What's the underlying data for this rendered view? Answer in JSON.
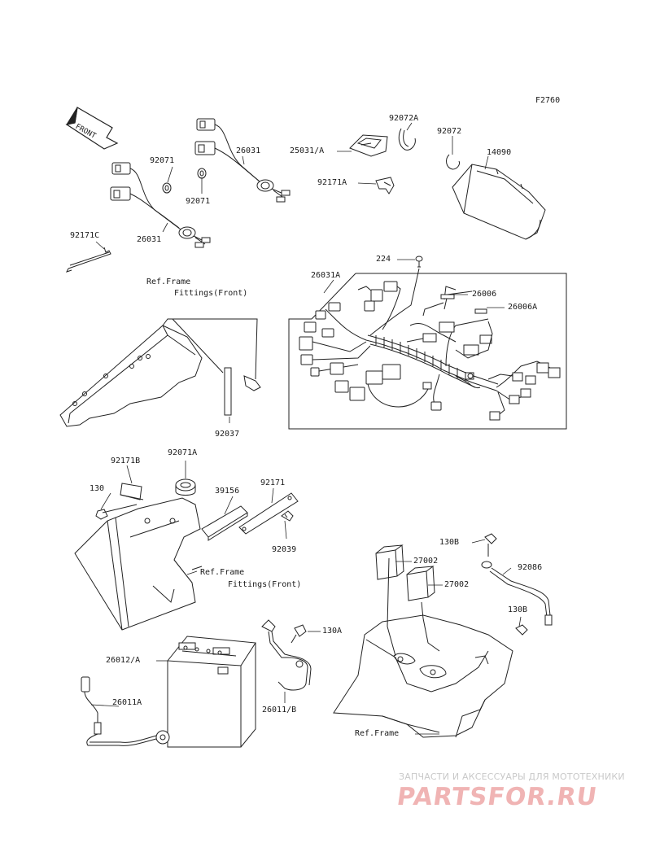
{
  "figure_code": "F2760",
  "front_label": "FRONT",
  "parts": {
    "p92071_a": "92071",
    "p92071_b": "92071",
    "p26031_a": "26031",
    "p26031_b": "26031",
    "p92171c": "92171C",
    "p92072a": "92072A",
    "p92072": "92072",
    "p25031a": "25031/A",
    "p14090": "14090",
    "p92171a": "92171A",
    "p224": "224",
    "p26031a": "26031A",
    "p26006": "26006",
    "p26006a": "26006A",
    "p92037": "92037",
    "p92171b": "92171B",
    "p92071a": "92071A",
    "p130": "130",
    "p39156": "39156",
    "p92171": "92171",
    "p92039": "92039",
    "p130b_top": "130B",
    "p27002_a": "27002",
    "p92086": "92086",
    "p27002_b": "27002",
    "p130b_bottom": "130B",
    "p130a": "130A",
    "p26012a": "26012/A",
    "p26011a": "26011A",
    "p26011b": "26011/B"
  },
  "refs": {
    "ref1_line1": "Ref.Frame",
    "ref1_line2": "Fittings(Front)",
    "ref2_line1": "Ref.Frame",
    "ref2_line2": "Fittings(Front)",
    "ref3": "Ref.Frame"
  },
  "watermark": {
    "tagline": "ЗАПЧАСТИ И АКСЕССУАРЫ ДЛЯ МОТОТЕХНИКИ",
    "logo": "PARTSFOR.RU"
  }
}
